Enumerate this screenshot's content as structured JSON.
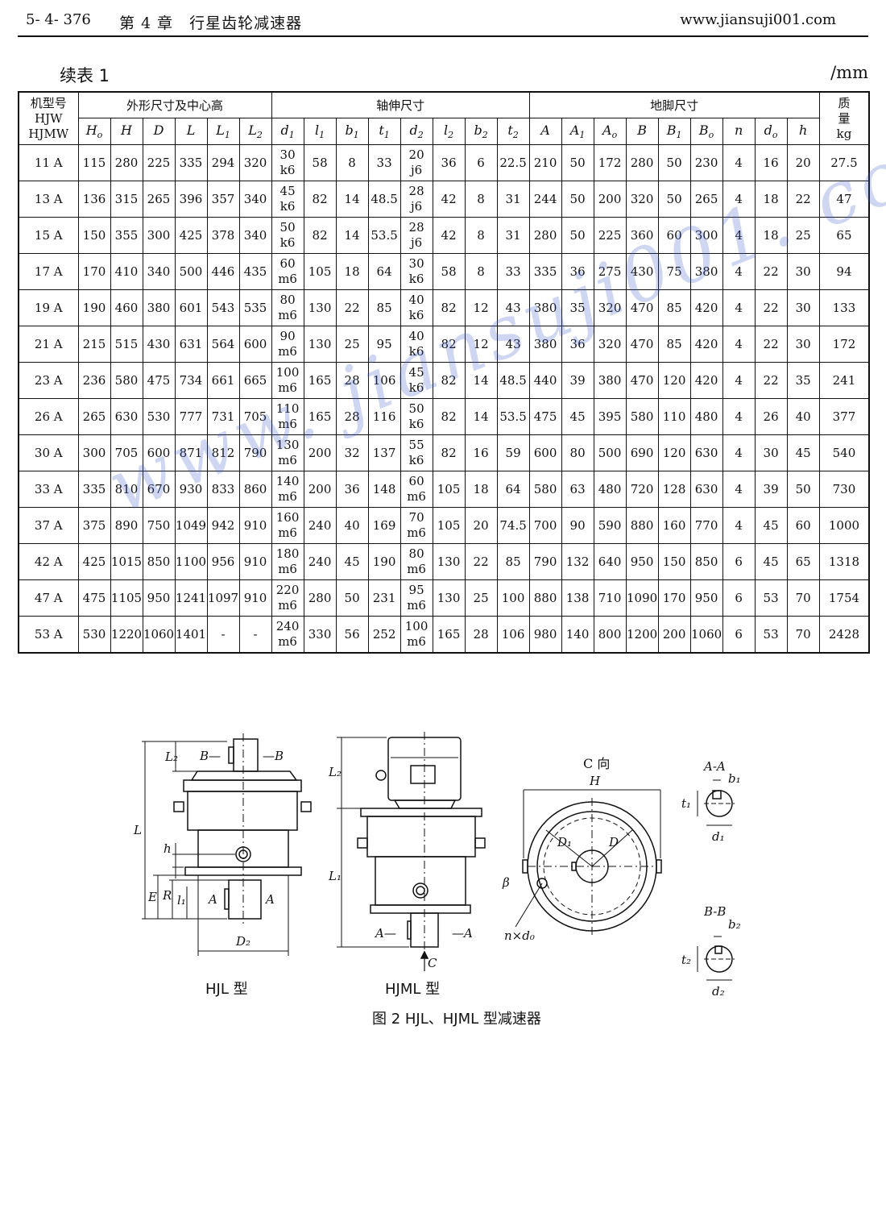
{
  "header": {
    "page_number": "5- 4- 376",
    "chapter": "第 4 章　行星齿轮减速器",
    "url": "www.jiansuji001.com"
  },
  "table": {
    "title": "续表 1",
    "unit": "/mm",
    "group_headers": {
      "model": "机型号",
      "model_sub1": "HJW",
      "model_sub2": "HJMW",
      "outline": "外形尺寸及中心高",
      "shaft": "轴伸尺寸",
      "foot": "地脚尺寸",
      "mass": "质",
      "mass2": "量",
      "mass_unit": "kg"
    },
    "columns": [
      "H",
      "H",
      "D",
      "L",
      "L",
      "L",
      "d",
      "l",
      "b",
      "t",
      "d",
      "l",
      "b",
      "t",
      "A",
      "A",
      "A",
      "B",
      "B",
      "B",
      "n",
      "d",
      "h"
    ],
    "column_subs": [
      "o",
      "",
      "",
      "",
      "1",
      "2",
      "1",
      "1",
      "1",
      "1",
      "2",
      "2",
      "2",
      "2",
      "",
      "1",
      "o",
      "",
      "1",
      "o",
      "",
      "o",
      ""
    ],
    "rows": [
      [
        "11 A",
        "115",
        "280",
        "225",
        "335",
        "294",
        "320",
        "30",
        "k6",
        "58",
        "8",
        "33",
        "20",
        "j6",
        "36",
        "6",
        "22.5",
        "210",
        "50",
        "172",
        "280",
        "50",
        "230",
        "4",
        "16",
        "20",
        "27.5"
      ],
      [
        "13 A",
        "136",
        "315",
        "265",
        "396",
        "357",
        "340",
        "45",
        "k6",
        "82",
        "14",
        "48.5",
        "28",
        "j6",
        "42",
        "8",
        "31",
        "244",
        "50",
        "200",
        "320",
        "50",
        "265",
        "4",
        "18",
        "22",
        "47"
      ],
      [
        "15 A",
        "150",
        "355",
        "300",
        "425",
        "378",
        "340",
        "50",
        "k6",
        "82",
        "14",
        "53.5",
        "28",
        "j6",
        "42",
        "8",
        "31",
        "280",
        "50",
        "225",
        "360",
        "60",
        "300",
        "4",
        "18",
        "25",
        "65"
      ],
      [
        "17 A",
        "170",
        "410",
        "340",
        "500",
        "446",
        "435",
        "60",
        "m6",
        "105",
        "18",
        "64",
        "30",
        "k6",
        "58",
        "8",
        "33",
        "335",
        "36",
        "275",
        "430",
        "75",
        "380",
        "4",
        "22",
        "30",
        "94"
      ],
      [
        "19 A",
        "190",
        "460",
        "380",
        "601",
        "543",
        "535",
        "80",
        "m6",
        "130",
        "22",
        "85",
        "40",
        "k6",
        "82",
        "12",
        "43",
        "380",
        "35",
        "320",
        "470",
        "85",
        "420",
        "4",
        "22",
        "30",
        "133"
      ],
      [
        "21 A",
        "215",
        "515",
        "430",
        "631",
        "564",
        "600",
        "90",
        "m6",
        "130",
        "25",
        "95",
        "40",
        "k6",
        "82",
        "12",
        "43",
        "380",
        "36",
        "320",
        "470",
        "85",
        "420",
        "4",
        "22",
        "30",
        "172"
      ],
      [
        "23 A",
        "236",
        "580",
        "475",
        "734",
        "661",
        "665",
        "100",
        "m6",
        "165",
        "28",
        "106",
        "45",
        "k6",
        "82",
        "14",
        "48.5",
        "440",
        "39",
        "380",
        "470",
        "120",
        "420",
        "4",
        "22",
        "35",
        "241"
      ],
      [
        "26 A",
        "265",
        "630",
        "530",
        "777",
        "731",
        "705",
        "110",
        "m6",
        "165",
        "28",
        "116",
        "50",
        "k6",
        "82",
        "14",
        "53.5",
        "475",
        "45",
        "395",
        "580",
        "110",
        "480",
        "4",
        "26",
        "40",
        "377"
      ],
      [
        "30 A",
        "300",
        "705",
        "600",
        "871",
        "812",
        "790",
        "130",
        "m6",
        "200",
        "32",
        "137",
        "55",
        "k6",
        "82",
        "16",
        "59",
        "600",
        "80",
        "500",
        "690",
        "120",
        "630",
        "4",
        "30",
        "45",
        "540"
      ],
      [
        "33 A",
        "335",
        "810",
        "670",
        "930",
        "833",
        "860",
        "140",
        "m6",
        "200",
        "36",
        "148",
        "60",
        "m6",
        "105",
        "18",
        "64",
        "580",
        "63",
        "480",
        "720",
        "128",
        "630",
        "4",
        "39",
        "50",
        "730"
      ],
      [
        "37 A",
        "375",
        "890",
        "750",
        "1049",
        "942",
        "910",
        "160",
        "m6",
        "240",
        "40",
        "169",
        "70",
        "m6",
        "105",
        "20",
        "74.5",
        "700",
        "90",
        "590",
        "880",
        "160",
        "770",
        "4",
        "45",
        "60",
        "1000"
      ],
      [
        "42 A",
        "425",
        "1015",
        "850",
        "1100",
        "956",
        "910",
        "180",
        "m6",
        "240",
        "45",
        "190",
        "80",
        "m6",
        "130",
        "22",
        "85",
        "790",
        "132",
        "640",
        "950",
        "150",
        "850",
        "6",
        "45",
        "65",
        "1318"
      ],
      [
        "47 A",
        "475",
        "1105",
        "950",
        "1241",
        "1097",
        "910",
        "220",
        "m6",
        "280",
        "50",
        "231",
        "95",
        "m6",
        "130",
        "25",
        "100",
        "880",
        "138",
        "710",
        "1090",
        "170",
        "950",
        "6",
        "53",
        "70",
        "1754"
      ],
      [
        "53 A",
        "530",
        "1220",
        "1060",
        "1401",
        "-",
        "-",
        "240",
        "m6",
        "330",
        "56",
        "252",
        "100",
        "m6",
        "165",
        "28",
        "106",
        "980",
        "140",
        "800",
        "1200",
        "200",
        "1060",
        "6",
        "53",
        "70",
        "2428"
      ]
    ]
  },
  "watermark": "www. jiansuji001. com",
  "figure": {
    "hjl_label": "HJL 型",
    "hjml_label": "HJML 型",
    "caption": "图 2 HJL、HJML 型减速器",
    "labels": {
      "L2": "L₂",
      "B_left": "B—",
      "B_right": "—B",
      "L": "L",
      "h": "h",
      "E": "E",
      "R": "R",
      "l1": "l₁",
      "A_left": "A",
      "A_right": "A",
      "D2": "D₂",
      "L2b": "L₂",
      "L1": "L₁",
      "A_dash_left": "A—",
      "A_dash_right": "—A",
      "C": "C",
      "C_view": "C 向",
      "H": "H",
      "D1": "D₁",
      "D": "D",
      "beta": "β",
      "n_do": "n×d₀",
      "AA": "A-A",
      "b1": "b₁",
      "t1": "t₁",
      "d1": "d₁",
      "BB": "B-B",
      "b2": "b₂",
      "t2": "t₂",
      "d2": "d₂"
    }
  }
}
